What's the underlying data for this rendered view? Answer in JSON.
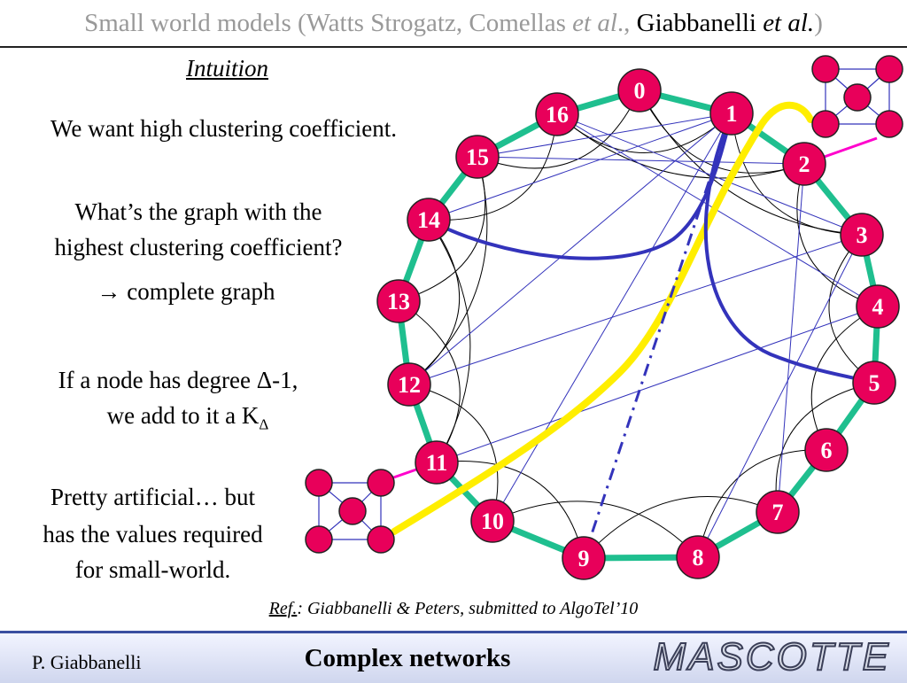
{
  "header": {
    "title_prefix": "Small world models (Watts Strogatz, Comellas ",
    "title_etal_1": "et al",
    "title_mid": "., ",
    "title_author": "Giabbanelli ",
    "title_etal_2": "et al.",
    "title_close": ")"
  },
  "content": {
    "intuition": "Intuition",
    "line1": "We want high clustering coefficient.",
    "question_1": "What’s the graph with the",
    "question_2": "highest clustering coefficient?",
    "answer": "→ complete graph",
    "degree_1": "If a node has degree Δ-1,",
    "degree_2a": "we add to it a K",
    "degree_2b": "Δ",
    "artificial_1": "Pretty artificial… but",
    "artificial_2": "has the values required",
    "artificial_3": "for small-world."
  },
  "reference": {
    "label": "Ref.",
    "text": ": Giabbanelli & Peters, submitted to AlgoTel’10"
  },
  "graph": {
    "node_labels": [
      "0",
      "1",
      "2",
      "3",
      "4",
      "5",
      "6",
      "7",
      "8",
      "9",
      "10",
      "11",
      "12",
      "13",
      "14",
      "15",
      "16"
    ],
    "colors": {
      "node": "#e8005a",
      "ring_edge": "#1fbf8f",
      "shortcut": "#3333bb",
      "path": "#ffee00",
      "link": "#ff00cc"
    }
  },
  "footer": {
    "author": "P. Giabbanelli",
    "course": "Complex networks",
    "logo": "MASCOTTE"
  }
}
